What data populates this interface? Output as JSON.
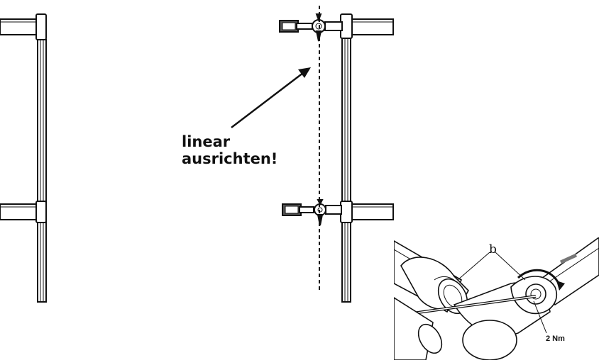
{
  "instruction": {
    "line1": "linear",
    "line2": "ausrichten!"
  },
  "detail": {
    "part_label": "b",
    "torque": "2 Nm"
  },
  "colors": {
    "ink": "#111111",
    "tube_fill": "#ffffff"
  }
}
